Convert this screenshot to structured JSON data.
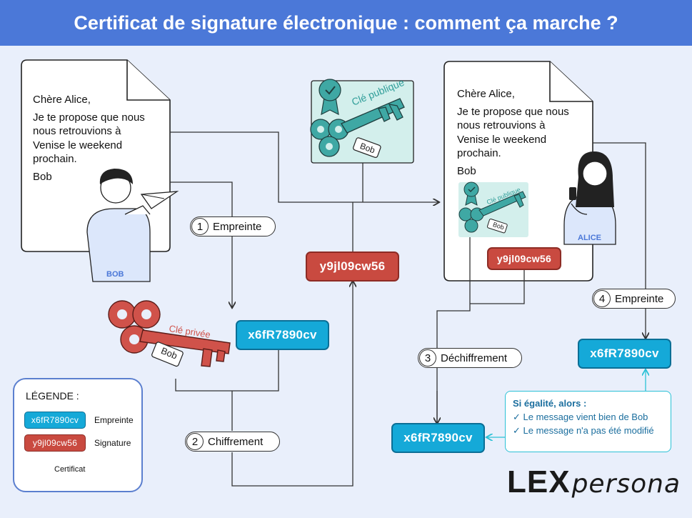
{
  "title": "Certificat de signature électronique : comment ça marche ?",
  "letter_left": {
    "greeting": "Chère Alice,",
    "body_lines": [
      "Je te propose que nous",
      "nous retrouvions à",
      "Venise le weekend",
      "prochain."
    ],
    "signature": "Bob"
  },
  "letter_right": {
    "greeting": "Chère Alice,",
    "body_lines": [
      "Je te propose que nous",
      "nous retrouvions à",
      "Venise le weekend",
      "prochain."
    ],
    "signature": "Bob"
  },
  "persons": {
    "bob": "BOB",
    "alice": "ALICE"
  },
  "keys": {
    "public": "Clé publique",
    "private": "Clé privée",
    "public_small": "Clé publique",
    "tag": "Bob"
  },
  "steps": [
    {
      "num": "1",
      "label": "Empreinte"
    },
    {
      "num": "2",
      "label": "Chiffrement"
    },
    {
      "num": "3",
      "label": "Déchiffrement"
    },
    {
      "num": "4",
      "label": "Empreinte"
    }
  ],
  "hashes": {
    "fingerprint": "x6fR7890cv",
    "signature": "y9jl09cw56"
  },
  "equality": {
    "heading": "Si égalité, alors :",
    "items": [
      "Le message vient bien de Bob",
      "Le message n'a pas été modifié"
    ]
  },
  "legend": {
    "title": "LÉGENDE :",
    "fingerprint_sample": "x6fR7890cv",
    "fingerprint_label": "Empreinte",
    "signature_sample": "y9jl09cw56",
    "signature_label": "Signature",
    "certificate_label": "Certificat"
  },
  "logo": {
    "bold": "LEX",
    "light": "persona"
  },
  "colors": {
    "header": "#4b78d8",
    "background": "#e9effb",
    "fingerprint": "#15a9d8",
    "signature": "#c94a40",
    "public_key": "#3fa8a4",
    "private_key": "#d0524a",
    "info_border": "#2cc1d6"
  }
}
